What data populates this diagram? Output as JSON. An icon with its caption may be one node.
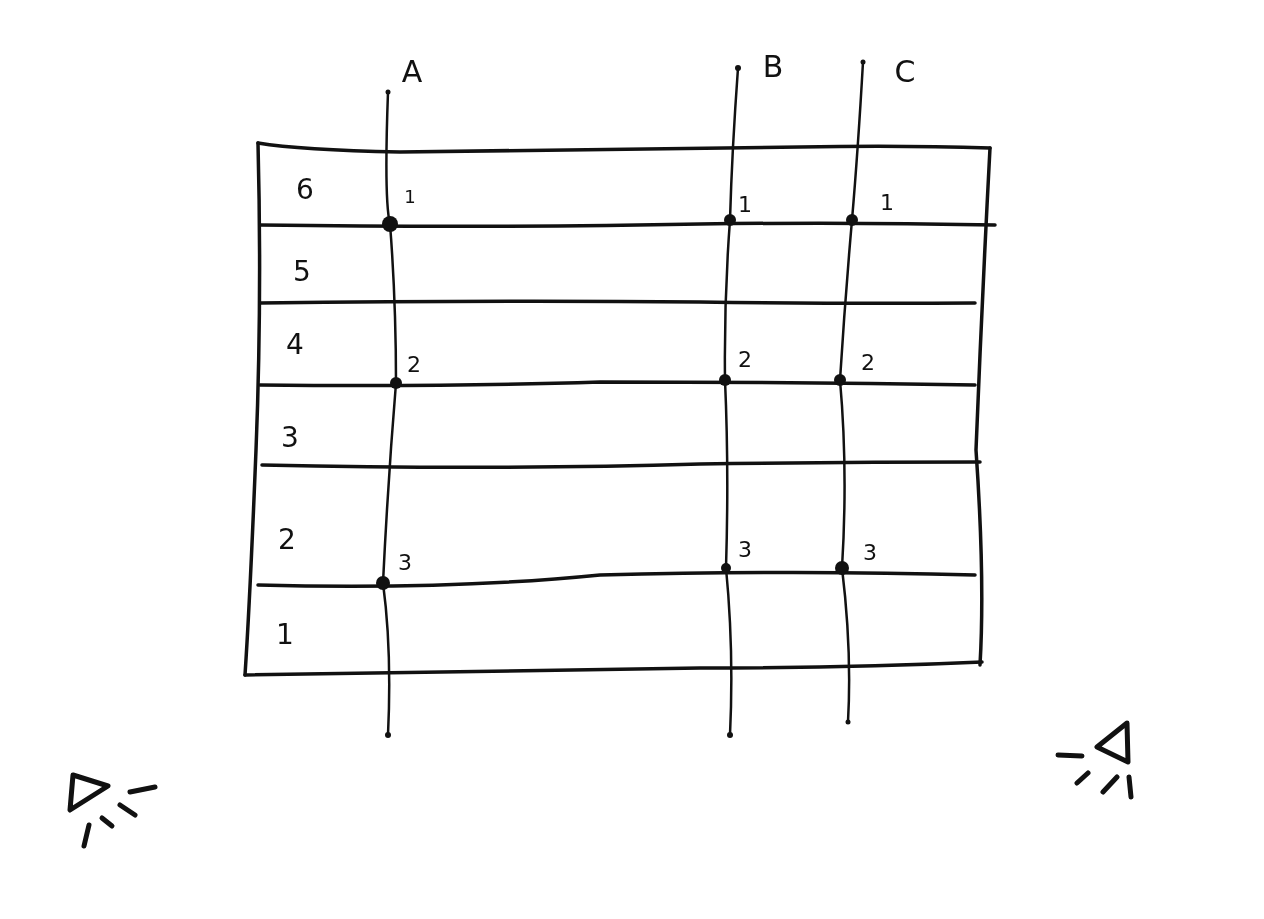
{
  "diagram": {
    "labels": [
      "A",
      "B",
      "C",
      "6",
      "1",
      "1",
      "1",
      "5",
      "4",
      "2",
      "2",
      "2",
      "3",
      "2",
      "3",
      "3",
      "3",
      "1"
    ]
  }
}
